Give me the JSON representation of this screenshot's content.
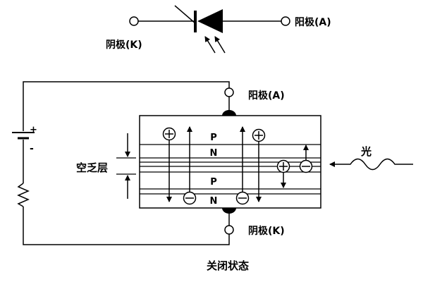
{
  "symbol": {
    "cathode_label": "阴极(K)",
    "anode_label": "阳极(A)"
  },
  "circuit": {
    "anode_label": "阳极(A)",
    "cathode_label": "阴极(K)",
    "battery_plus": "+",
    "battery_minus": "-"
  },
  "device": {
    "layer_p1": "P",
    "layer_n1": "N",
    "layer_p2": "P",
    "layer_n2": "N",
    "depletion_label": "空乏层",
    "light_label": "光"
  },
  "caption": "关闭状态"
}
